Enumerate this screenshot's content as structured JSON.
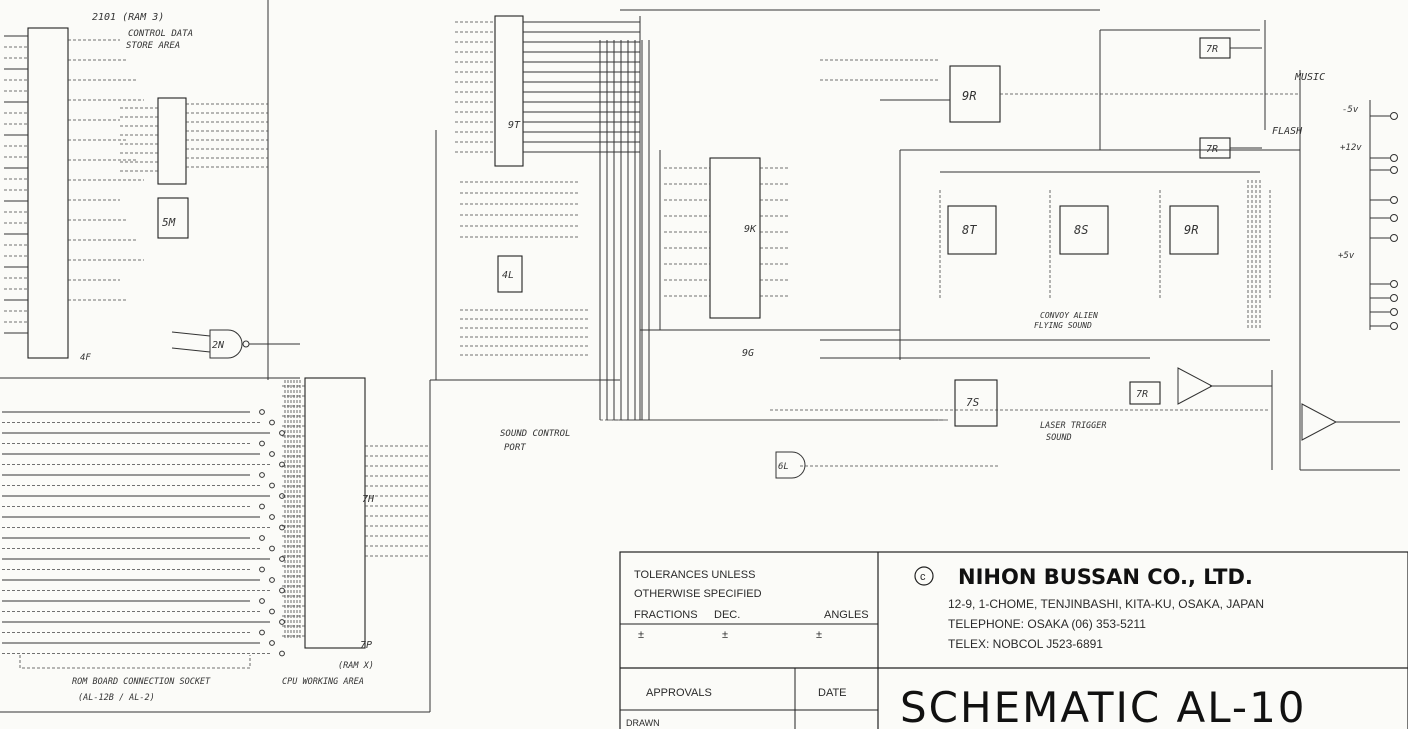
{
  "labels": {
    "ram3": "2101 (RAM 3)",
    "control_data_1": "CONTROL DATA",
    "control_data_2": "STORE AREA",
    "sound_control_1": "SOUND CONTROL",
    "sound_control_2": "PORT",
    "music": "MUSIC",
    "flash": "FLASH",
    "laser_1": "LASER TRIGGER",
    "laser_2": "SOUND",
    "ufo_1": "CONVOY ALIEN",
    "ufo_2": "FLYING SOUND",
    "rom_socket": "ROM BOARD CONNECTION SOCKET",
    "rom_models": "(AL-12B / AL-2)",
    "cpu_work": "CPU WORKING AREA",
    "ram_x": "(RAM X)",
    "supply_neg": "-5v",
    "supply_12": "+12v",
    "supply_5": "+5v"
  },
  "chips": {
    "c9r": "9R",
    "c8t": "8T",
    "c8s": "8S",
    "c9r2": "9R",
    "c7s": "7S",
    "c9k": "9K",
    "c9t": "9T",
    "c4l": "4L",
    "c6l": "6L",
    "c5m": "5M",
    "c2n": "2N",
    "c7h": "7H",
    "c7p": "7P",
    "c9g": "9G",
    "c7r": "7R",
    "c7r2": "7R",
    "c7r3": "7R",
    "c4f": "4F"
  },
  "title_block": {
    "tolerances_1": "TOLERANCES UNLESS",
    "tolerances_2": "OTHERWISE SPECIFIED",
    "fractions": "FRACTIONS",
    "dec": "DEC.",
    "angles": "ANGLES",
    "frac_val": "±",
    "dec_val": "±",
    "ang_val": "±",
    "approvals": "APPROVALS",
    "date": "DATE",
    "drawn": "DRAWN",
    "copyright_symbol": "c",
    "company": "NIHON BUSSAN CO., LTD.",
    "address": "12-9, 1-CHOME, TENJINBASHI, KITA-KU, OSAKA, JAPAN",
    "telephone": "TELEPHONE: OSAKA (06) 353-5211",
    "telex": "TELEX: NOBCOL J523-6891",
    "drawing_title": "SCHEMATIC  AL-10"
  }
}
